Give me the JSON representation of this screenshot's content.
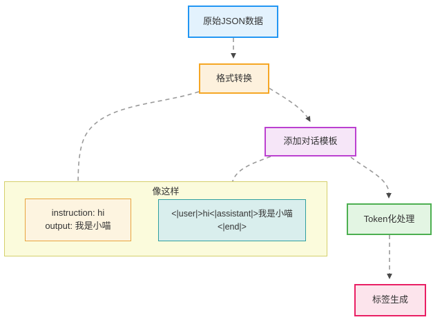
{
  "diagram": {
    "type": "flowchart",
    "direction": "top-down",
    "background_color": "#ffffff",
    "nodes": [
      {
        "id": "raw-json",
        "label": "原始JSON数据",
        "fill": "#e3f2fd",
        "stroke": "#2196f3"
      },
      {
        "id": "format-convert",
        "label": "格式转换",
        "fill": "#fdf1dd",
        "stroke": "#f5a623"
      },
      {
        "id": "add-template",
        "label": "添加对话模板",
        "fill": "#f6e6f8",
        "stroke": "#bb3fd0"
      },
      {
        "id": "tokenize",
        "label": "Token化处理",
        "fill": "#e3f5e3",
        "stroke": "#4caf50"
      },
      {
        "id": "label-gen",
        "label": "标签生成",
        "fill": "#fce4ec",
        "stroke": "#e91e63"
      },
      {
        "id": "instruction",
        "label": "instruction: hi\noutput: 我是小喵",
        "fill": "#fdf4e0",
        "stroke": "#e8a33d"
      },
      {
        "id": "chat-template",
        "label": "<|user|>hi<|assistant|>我是小喵<|end|>",
        "fill": "#d9eeed",
        "stroke": "#2e9e9e"
      }
    ],
    "subgraph": {
      "id": "like-this",
      "title": "像这样",
      "fill": "#fbfbdc",
      "stroke": "#d4cf6a",
      "members": [
        "instruction",
        "chat-template"
      ]
    },
    "edges": [
      {
        "from": "raw-json",
        "to": "format-convert",
        "style": "dashed"
      },
      {
        "from": "format-convert",
        "to": "instruction",
        "style": "dashed"
      },
      {
        "from": "format-convert",
        "to": "add-template",
        "style": "dashed"
      },
      {
        "from": "add-template",
        "to": "chat-template",
        "style": "dashed"
      },
      {
        "from": "add-template",
        "to": "tokenize",
        "style": "dashed"
      },
      {
        "from": "tokenize",
        "to": "label-gen",
        "style": "dashed"
      }
    ],
    "edge_color": "#999999"
  }
}
